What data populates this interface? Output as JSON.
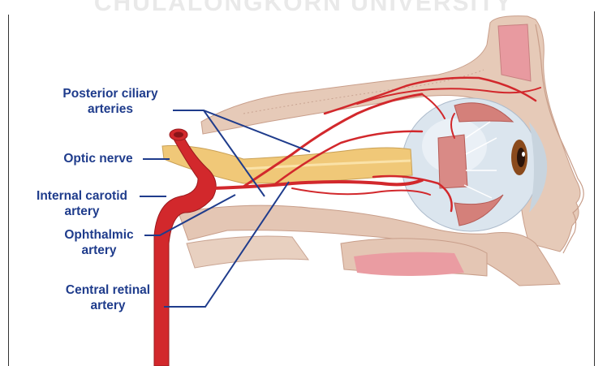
{
  "watermark": "CHULALONGKORN UNIVERSITY",
  "labels": {
    "posterior_ciliary_1": "Posterior ciliary",
    "posterior_ciliary_2": "arteries",
    "optic_nerve": "Optic nerve",
    "internal_carotid_1": "Internal carotid",
    "internal_carotid_2": "artery",
    "ophthalmic_1": "Ophthalmic",
    "ophthalmic_2": "artery",
    "central_retinal_1": "Central retinal",
    "central_retinal_2": "artery"
  },
  "colors": {
    "label_text": "#1f3c8c",
    "leader_line": "#1f3c8c",
    "artery": "#d2282c",
    "optic_nerve": "#f0c878",
    "bone": "#e2c6b6",
    "sclera": "#dce6ee",
    "muscle": "#d4807a",
    "iris": "#8a4a1c"
  }
}
